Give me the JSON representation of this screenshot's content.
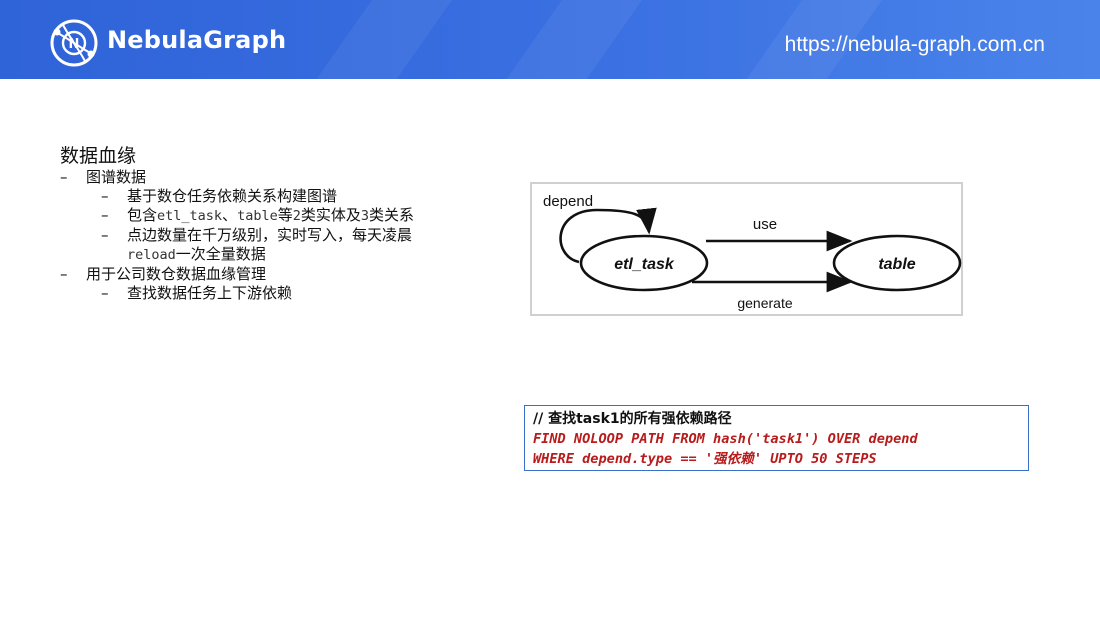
{
  "header": {
    "brand": "NebulaGraph",
    "url": "https://nebula-graph.com.cn",
    "logo_letter": "N",
    "logo_icon": "nebulagraph-logo-icon"
  },
  "outline": {
    "title": "数据血缘",
    "items": [
      {
        "dash": "–",
        "text": "图谱数据"
      },
      {
        "dash": "–",
        "text": "基于数仓任务依赖关系构建图谱"
      },
      {
        "dash": "–",
        "pre": "包含",
        "code1": "etl_task",
        "mid": "、",
        "code2": "table",
        "mid2": "等",
        "num": "2",
        "mid3": "类实体及",
        "num2": "3",
        "post": "类关系"
      },
      {
        "dash": "–",
        "line1": "点边数量在千万级别，实时写入，每天凌晨",
        "code": "reload",
        "line2": "一次全量数据"
      },
      {
        "dash": "–",
        "text": "用于公司数仓数据血缘管理"
      },
      {
        "dash": "–",
        "text": "查找数据任务上下游依赖"
      }
    ]
  },
  "diagram": {
    "node_task": "etl_task",
    "node_table": "table",
    "edge_depend": "depend",
    "edge_use": "use",
    "edge_generate": "generate"
  },
  "code": {
    "comment": "// 查找task1的所有强依赖路径",
    "line1": "FIND NOLOOP PATH FROM hash('task1') OVER depend",
    "line2": "WHERE depend.type == '强依赖' UPTO 50 STEPS"
  },
  "colors": {
    "header": "#3a70e2",
    "code_text": "#b81b1b",
    "code_border": "#3b6fc9"
  }
}
